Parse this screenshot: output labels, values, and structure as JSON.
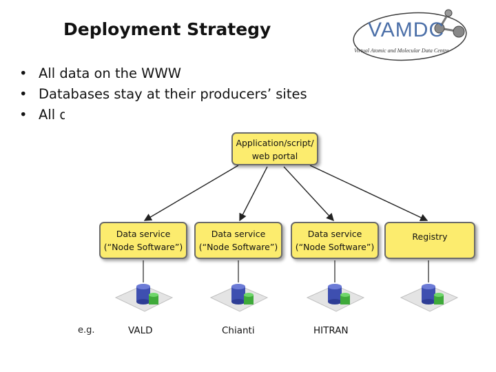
{
  "slide": {
    "title": "Deployment Strategy",
    "bullets": [
      "All data on the WWW",
      "Databases stay at their producers’ sites",
      "All d"
    ]
  },
  "logo": {
    "text": "VAMDC",
    "subtitle": "Virtual Atomic and Molecular Data Centre",
    "color": "#4b6fa8"
  },
  "diagram": {
    "app_box": {
      "line1": "Application/script/",
      "line2": "web portal"
    },
    "services": [
      {
        "line1": "Data service",
        "line2": "(“Node Software”)"
      },
      {
        "line1": "Data service",
        "line2": "(“Node Software”)"
      },
      {
        "line1": "Data service",
        "line2": "(“Node Software”)"
      }
    ],
    "registry": {
      "label": "Registry"
    },
    "eg_label": "e.g.",
    "databases": [
      "VALD",
      "Chianti",
      "HITRAN"
    ],
    "box_color": "#fcec6e"
  }
}
